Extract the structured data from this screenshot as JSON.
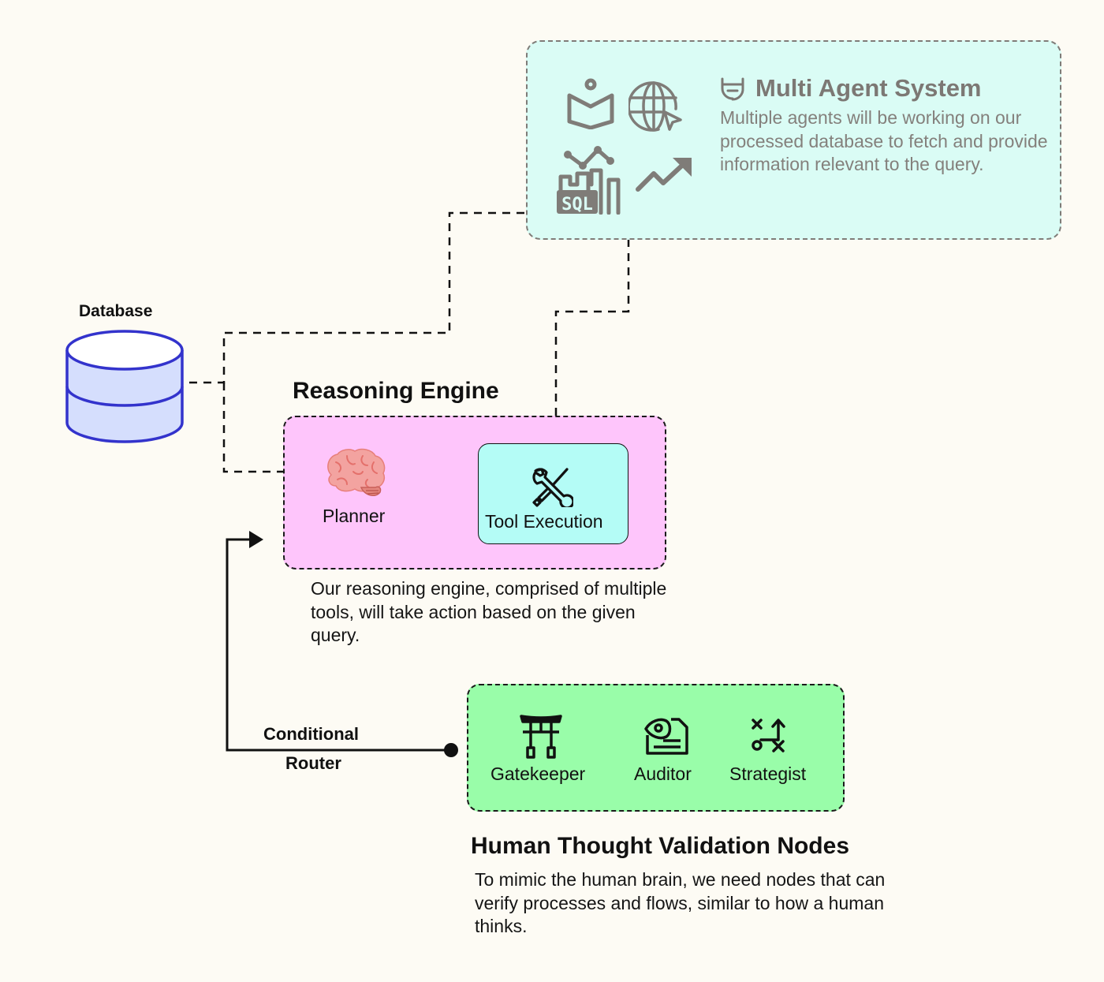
{
  "multi_agent": {
    "title": "Multi Agent System",
    "description": "Multiple agents will be working on our processed database to fetch and provide information relevant to the query.",
    "icons": [
      "reading-book-icon",
      "globe-cursor-icon",
      "sql-analytics-icon",
      "trending-up-icon"
    ],
    "icon_color": "#7f7c78",
    "fill_color": "#dafcf5"
  },
  "database": {
    "label": "Database",
    "stroke_color": "#3333cc",
    "fill_color": "#d5defd"
  },
  "reasoning_engine": {
    "title": "Reasoning Engine",
    "planner_label": "Planner",
    "tool_label": "Tool Execution",
    "description": "Our reasoning engine, comprised of multiple tools, will take action based on the given query.",
    "fill_color": "#fec5fb",
    "tool_fill_color": "#b4fcf6"
  },
  "router": {
    "label_line1": "Conditional",
    "label_line2": "Router"
  },
  "validation": {
    "title": "Human Thought Validation Nodes",
    "description": "To mimic the human brain, we need nodes that can verify processes and flows, similar to how a human thinks.",
    "nodes": [
      {
        "label": "Gatekeeper",
        "icon": "torii-gate-icon"
      },
      {
        "label": "Auditor",
        "icon": "document-eye-icon"
      },
      {
        "label": "Strategist",
        "icon": "strategy-play-icon"
      }
    ],
    "fill_color": "#99fda9"
  }
}
